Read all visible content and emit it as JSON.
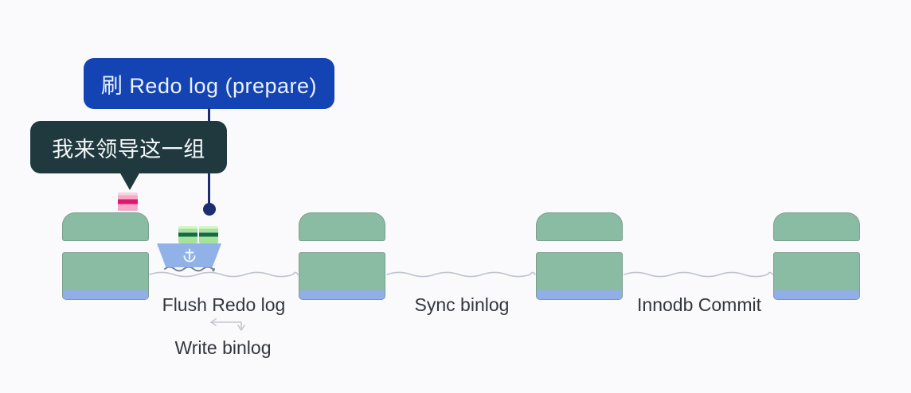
{
  "diagram": {
    "kind": "mysql-two-phase-commit-dock-metaphor",
    "bubbles": {
      "redo_prepare": {
        "text": "刷 Redo log (prepare)"
      },
      "leader": {
        "text": "我来领导这一组"
      }
    },
    "sea_labels": {
      "flush_redo": "Flush Redo log",
      "sync_binlog": "Sync binlog",
      "innodb_commit": "Innodb Commit",
      "write_binlog": "Write binlog"
    },
    "icons": {
      "anchor": "anchor-icon",
      "boat": "cargo-boat",
      "pointer": "pointer-line-with-dot",
      "connector": "step-arrow-connector"
    },
    "colors": {
      "background": "#fafafc",
      "bubble_blue": "#1443b3",
      "bubble_dark": "#20393f",
      "line_navy": "#1c2e6f",
      "pillar_green": "#8abca3",
      "water_blue": "#92aee8",
      "boat_hull": "#90b2e9",
      "cargo_green": "#a6e29c",
      "cargo_pale": "#d6f4c9",
      "cargo_stripe": "#17694a",
      "pink_light": "#f4aac9",
      "pink_pale": "#fbd0e0",
      "pink_stripe": "#e1176d",
      "wave_gray": "#bfc3cf",
      "wake_gray": "#7b8292",
      "connector_gray": "#c6c7cd",
      "label_text": "#33373d"
    }
  }
}
